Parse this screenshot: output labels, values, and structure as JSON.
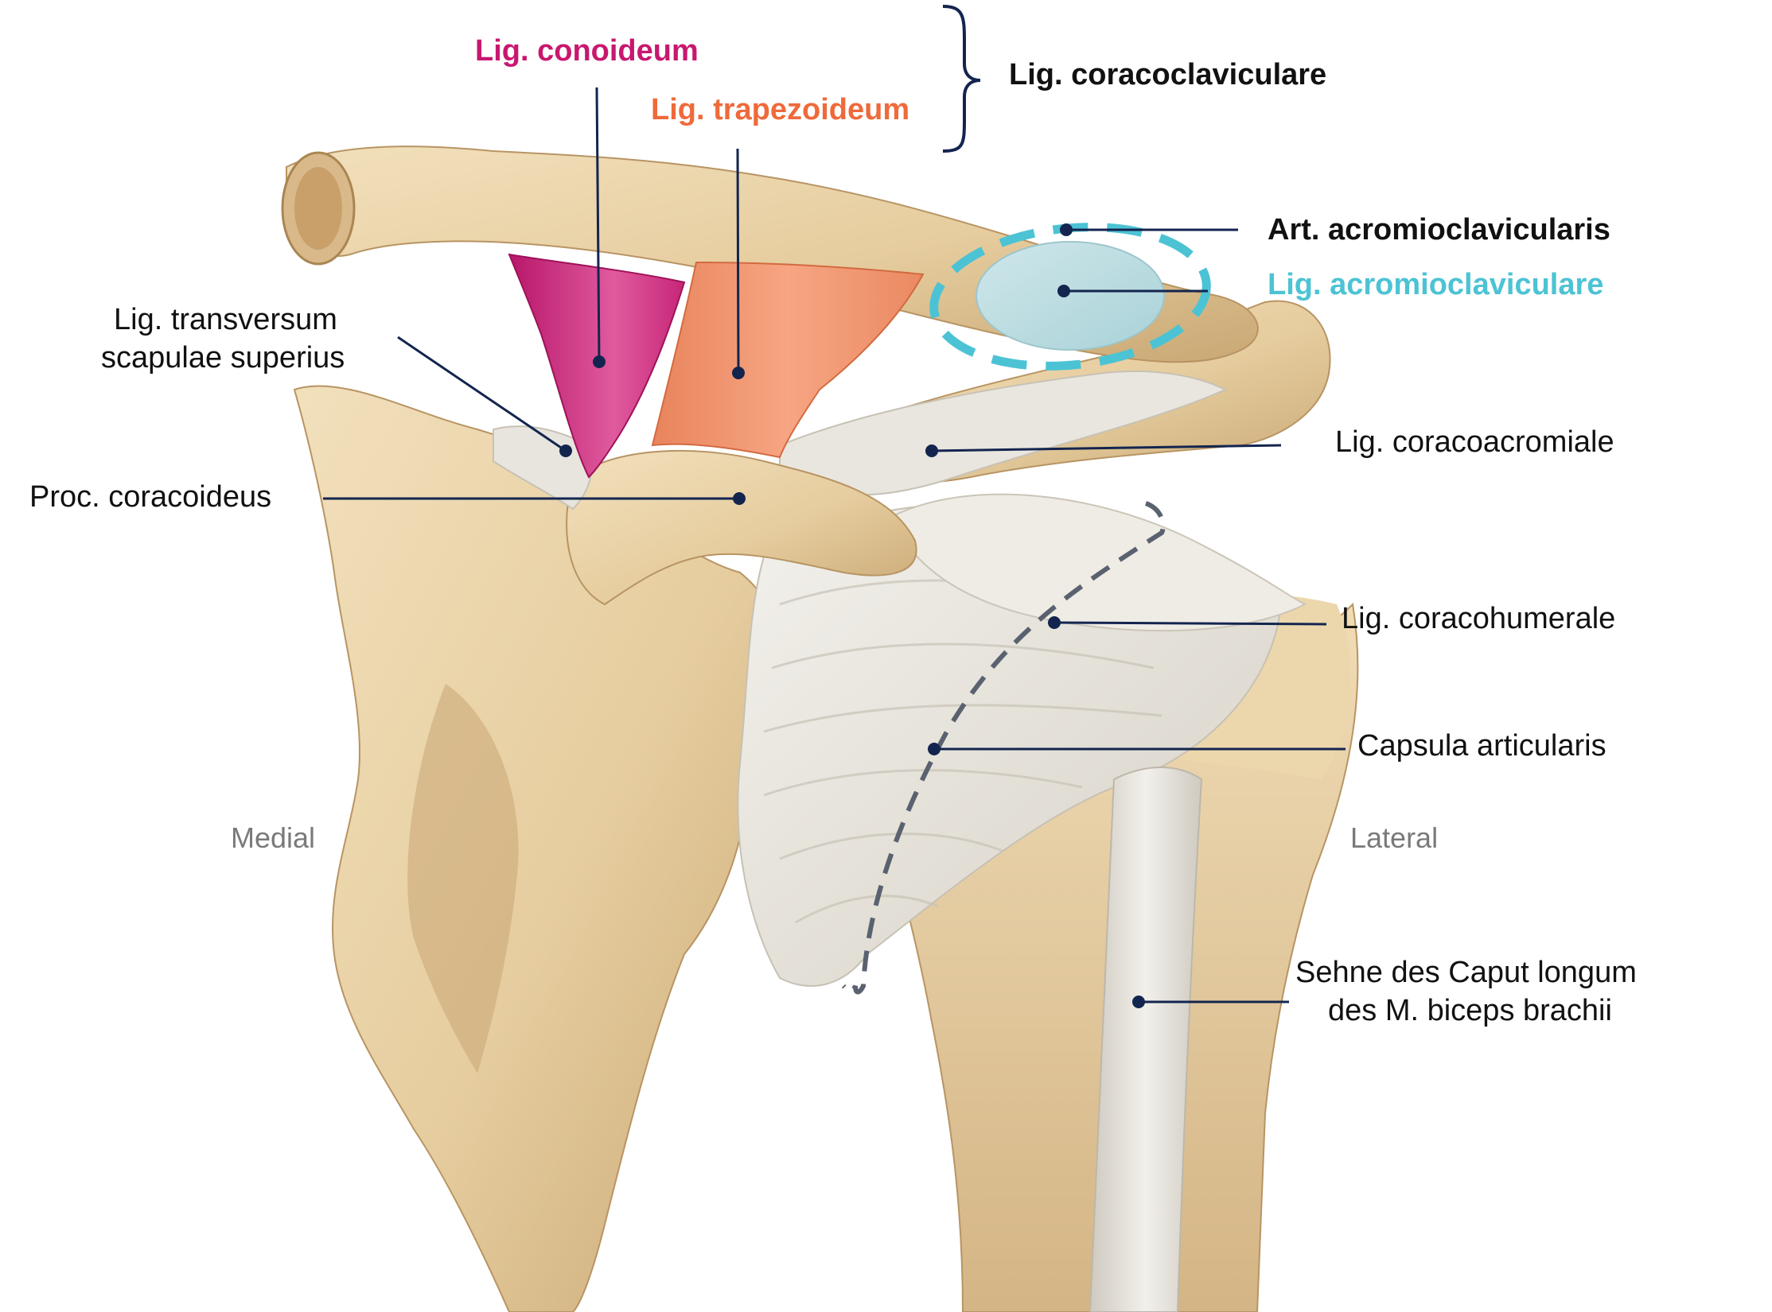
{
  "labels": {
    "lig_conoideum": "Lig. conoideum",
    "lig_trapezoideum": "Lig. trapezoideum",
    "lig_coracoclaviculare": "Lig. coracoclaviculare",
    "art_acromioclavicularis": "Art. acromioclavicularis",
    "lig_acromioclaviculare": "Lig. acromioclaviculare",
    "lig_transversum_line1": "Lig. transversum",
    "lig_transversum_line2": "scapulae superius",
    "proc_coracoideus": "Proc. coracoideus",
    "lig_coracoacromiale": "Lig. coracoacromiale",
    "lig_coracohumerale": "Lig. coracohumerale",
    "capsula_articularis": "Capsula articularis",
    "sehne_line1": "Sehne des Caput longum",
    "sehne_line2": "des M. biceps brachii",
    "medial": "Medial",
    "lateral": "Lateral"
  },
  "colors": {
    "conoideum": "#c8176f",
    "trapezoideum": "#ef6a3a",
    "acromioclaviculare": "#4cc3d4",
    "leader": "#13254f",
    "direction": "#7a7a7a",
    "bone": "#e9d3a8",
    "ligament": "#e6e3dc",
    "capsule_outline": "#5a6270"
  }
}
